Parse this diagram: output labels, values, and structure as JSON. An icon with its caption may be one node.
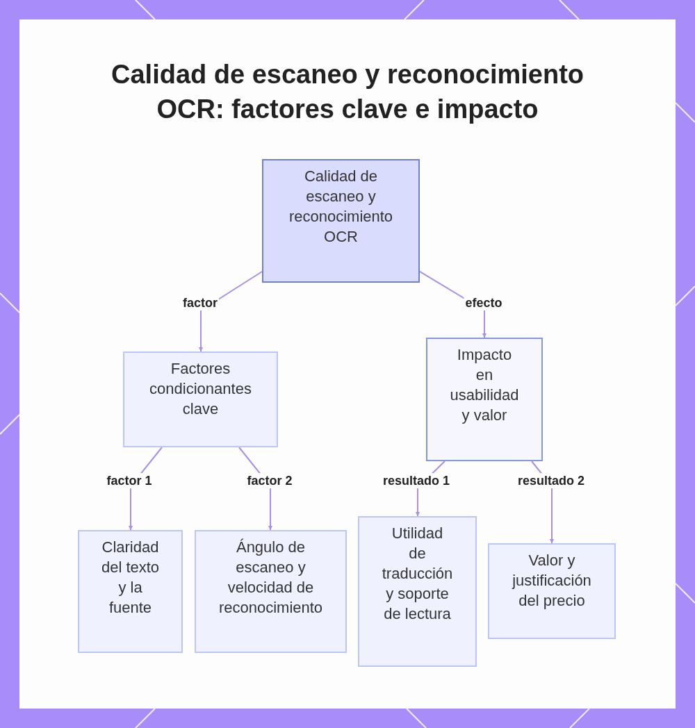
{
  "diagram": {
    "title": "Calidad de escaneo y reconocimiento OCR: factores clave e impacto",
    "nodes": [
      {
        "text": [
          "Calidad de escaneo y reconocimiento OCR"
        ]
      },
      {
        "text": [
          "Factores condicionantes clave"
        ]
      },
      {
        "text": [
          "Impacto en usabilidad y valor"
        ]
      },
      {
        "text": [
          "Claridad del texto y la fuente"
        ]
      },
      {
        "text": [
          "Ángulo de escaneo y velocidad de reconocimiento"
        ]
      },
      {
        "text": [
          "Utilidad de traducción y soporte de lectura"
        ]
      },
      {
        "text": [
          "Valor y justificación del precio"
        ]
      }
    ],
    "edges": [
      {
        "from": 0,
        "to": 1,
        "arrow": "to",
        "label": "factor"
      },
      {
        "from": 0,
        "to": 2,
        "arrow": "to",
        "label": "efecto"
      },
      {
        "from": 1,
        "to": 3,
        "arrow": "to",
        "label": "factor 1"
      },
      {
        "from": 1,
        "to": 4,
        "arrow": "to",
        "label": "factor 2"
      },
      {
        "from": 2,
        "to": 5,
        "arrow": "to",
        "label": "resultado 1"
      },
      {
        "from": 2,
        "to": 6,
        "arrow": "to",
        "label": "resultado 2"
      }
    ]
  }
}
